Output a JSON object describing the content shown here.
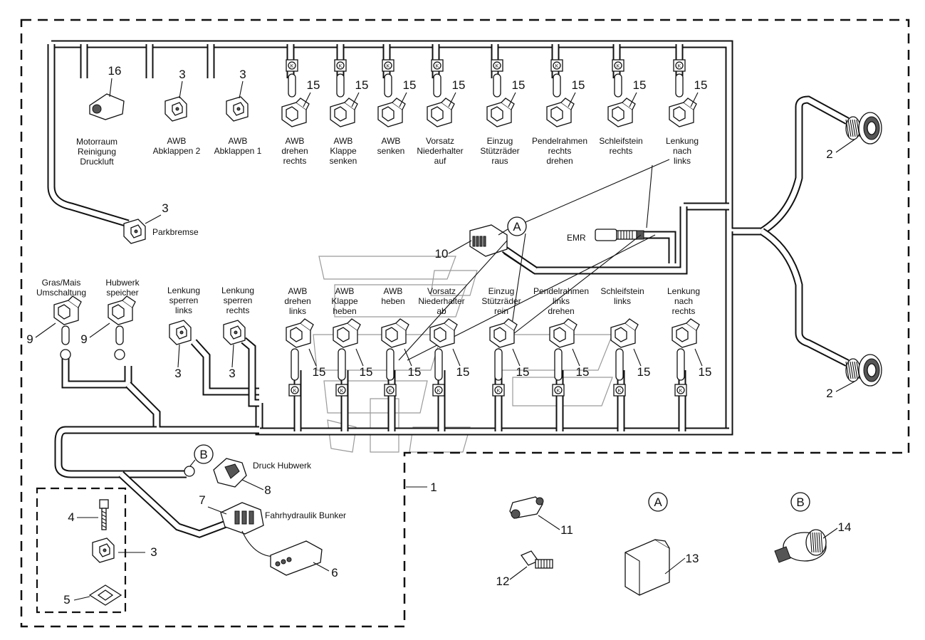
{
  "labels": {
    "motorraum": [
      "Motorraum",
      "Reinigung",
      "Druckluft"
    ],
    "awb_abklappen_2": [
      "AWB",
      "Abklappen 2"
    ],
    "awb_abklappen_1": [
      "AWB",
      "Abklappen 1"
    ],
    "top_valves": [
      [
        "AWB",
        "drehen",
        "rechts"
      ],
      [
        "AWB",
        "Klappe",
        "senken"
      ],
      [
        "AWB",
        "senken"
      ],
      [
        "Vorsatz",
        "Niederhalter",
        "auf"
      ],
      [
        "Einzug",
        "Stützräder",
        "raus"
      ],
      [
        "Pendelrahmen",
        "rechts",
        "drehen"
      ],
      [
        "Schleifstein",
        "rechts"
      ],
      [
        "Lenkung",
        "nach",
        "links"
      ]
    ],
    "bottom_valves": [
      [
        "AWB",
        "drehen",
        "links"
      ],
      [
        "AWB",
        "Klappe",
        "heben"
      ],
      [
        "AWB",
        "heben"
      ],
      [
        "Vorsatz",
        "Niederhalter",
        "ab"
      ],
      [
        "Einzug",
        "Stützräder",
        "rein"
      ],
      [
        "Pendelrahmen",
        "links",
        "drehen"
      ],
      [
        "Schleifstein",
        "links"
      ],
      [
        "Lenkung",
        "nach",
        "rechts"
      ]
    ],
    "parkbremse": "Parkbremse",
    "emr": "EMR",
    "gras_mais": [
      "Gras/Mais",
      "Umschaltung"
    ],
    "hubwerk_speicher": [
      "Hubwerk",
      "speicher"
    ],
    "lenkung_sperren_links": [
      "Lenkung",
      "sperren",
      "links"
    ],
    "lenkung_sperren_rechts": [
      "Lenkung",
      "sperren",
      "rechts"
    ],
    "druck_hubwerk": "Druck Hubwerk",
    "fahrhydraulik_bunker": "Fahrhydraulik Bunker",
    "callout_a": "A",
    "callout_b": "B",
    "diode_mark": "K"
  },
  "part_numbers": {
    "p1": "1",
    "p2": "2",
    "p3": "3",
    "p4": "4",
    "p5": "5",
    "p6": "6",
    "p7": "7",
    "p8": "8",
    "p9": "9",
    "p10": "10",
    "p11": "11",
    "p12": "12",
    "p13": "13",
    "p14": "14",
    "p15": "15",
    "p16": "16"
  }
}
